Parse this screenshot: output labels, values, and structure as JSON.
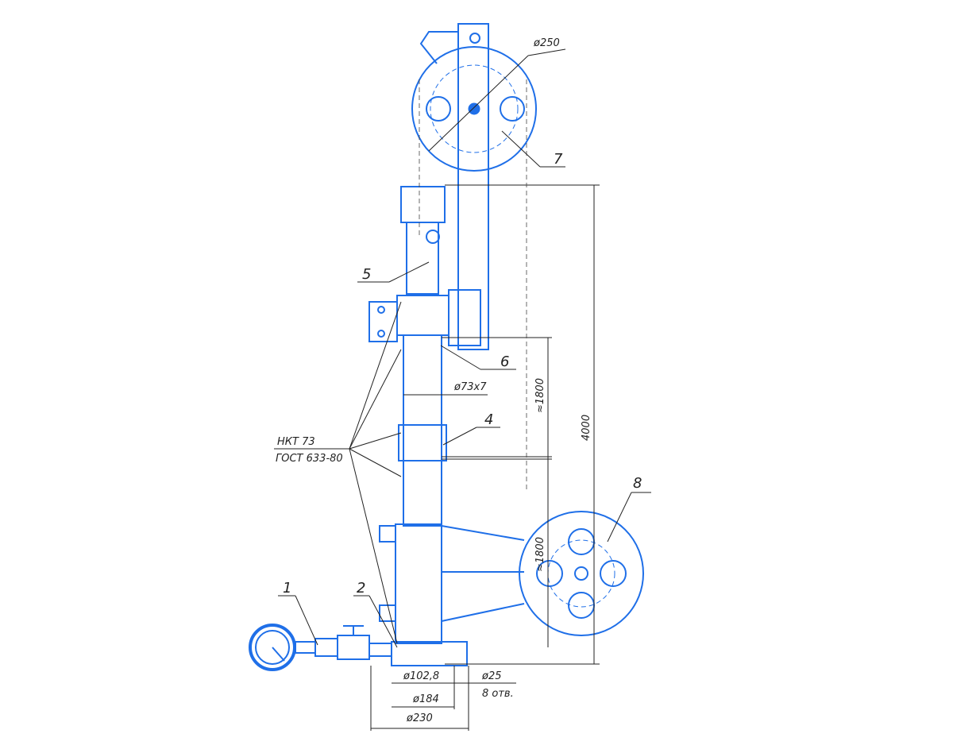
{
  "callouts": {
    "c1": "1",
    "c2": "2",
    "c4": "4",
    "c5": "5",
    "c6": "6",
    "c7": "7",
    "c8": "8"
  },
  "dims": {
    "d250": "ø250",
    "d73": "ø73x7",
    "l1800a": "≈1800",
    "l1800b": "≈1800",
    "l4000": "4000",
    "d102": "ø102,8",
    "d25": "ø25",
    "holes": "8 отв.",
    "d184": "ø184",
    "d230": "ø230"
  },
  "pipe_label": {
    "line1": "НКТ 73",
    "line2": "ГОСТ 633-80"
  },
  "colors": {
    "part": "#1f6fe8",
    "dimension": "#222222"
  }
}
